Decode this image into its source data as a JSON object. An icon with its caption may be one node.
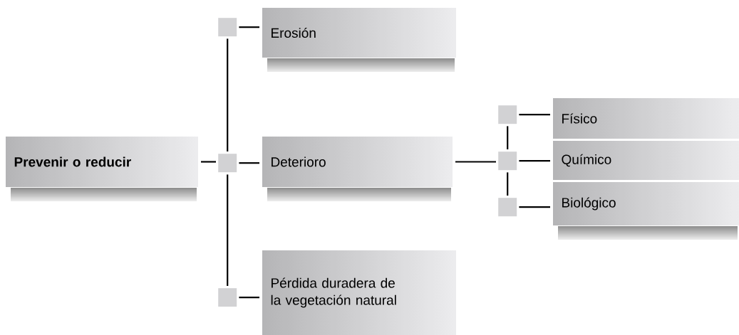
{
  "diagram": {
    "nodes": [
      {
        "text": [
          "Prevenir o reducir"
        ]
      },
      {
        "text": [],
        "shape": "box"
      },
      {
        "text": [
          "Erosión"
        ]
      },
      {
        "text": [],
        "shape": "box"
      },
      {
        "text": [
          "Deterioro"
        ]
      },
      {
        "text": [],
        "shape": "box"
      },
      {
        "text": [
          "Pérdida duradera de la vegetación natural"
        ]
      },
      {
        "text": [],
        "shape": "box"
      },
      {
        "text": [
          "Físico"
        ]
      },
      {
        "text": [],
        "shape": "box"
      },
      {
        "text": [
          "Químico"
        ]
      },
      {
        "text": [],
        "shape": "box"
      },
      {
        "text": [
          "Biológico"
        ]
      }
    ],
    "edges": [
      {
        "from": 0,
        "to": 3,
        "arrow": "none"
      },
      {
        "from": 3,
        "to": 1,
        "arrow": "none"
      },
      {
        "from": 1,
        "to": 2,
        "arrow": "none"
      },
      {
        "from": 3,
        "to": 4,
        "arrow": "none"
      },
      {
        "from": 3,
        "to": 5,
        "arrow": "none"
      },
      {
        "from": 5,
        "to": 6,
        "arrow": "none"
      },
      {
        "from": 4,
        "to": 9,
        "arrow": "none"
      },
      {
        "from": 9,
        "to": 7,
        "arrow": "none"
      },
      {
        "from": 7,
        "to": 8,
        "arrow": "none"
      },
      {
        "from": 9,
        "to": 10,
        "arrow": "none"
      },
      {
        "from": 9,
        "to": 11,
        "arrow": "none"
      },
      {
        "from": 11,
        "to": 12,
        "arrow": "none"
      }
    ]
  }
}
